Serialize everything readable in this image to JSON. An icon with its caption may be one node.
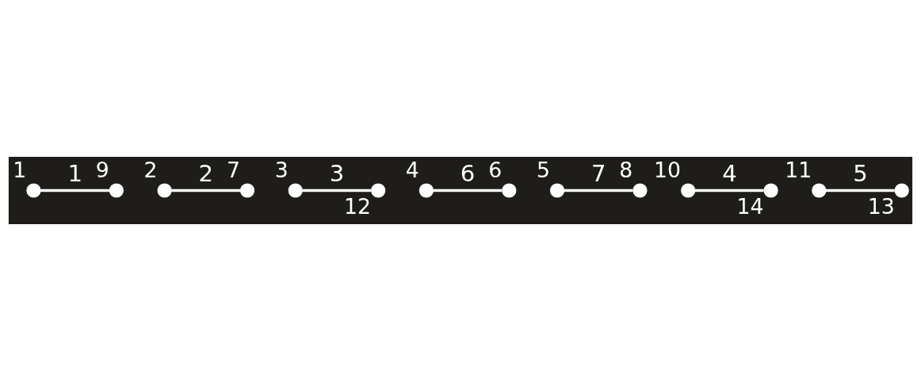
{
  "diagram": {
    "nodes": [
      {
        "text": [],
        "shape": "circle",
        "beside": [
          "1"
        ]
      },
      {
        "text": [],
        "shape": "circle",
        "beside": [
          "2"
        ]
      },
      {
        "text": [],
        "shape": "circle",
        "beside": [
          "3"
        ]
      },
      {
        "text": [],
        "shape": "circle",
        "beside": [
          "4"
        ]
      },
      {
        "text": [],
        "shape": "circle",
        "beside": [
          "5"
        ]
      },
      {
        "text": [],
        "shape": "circle",
        "beside": [
          "6"
        ]
      },
      {
        "text": [],
        "shape": "circle",
        "beside": [
          "7"
        ]
      },
      {
        "text": [],
        "shape": "circle",
        "beside": [
          "8"
        ]
      },
      {
        "text": [],
        "shape": "circle",
        "beside": [
          "9"
        ]
      },
      {
        "text": [],
        "shape": "circle",
        "beside": [
          "10"
        ]
      },
      {
        "text": [],
        "shape": "circle",
        "beside": [
          "11"
        ]
      },
      {
        "text": [],
        "shape": "circle",
        "beside": [
          "12"
        ]
      },
      {
        "text": [],
        "shape": "circle",
        "beside": [
          "13"
        ]
      },
      {
        "text": [],
        "shape": "circle",
        "beside": [
          "14"
        ]
      }
    ],
    "edges": [
      {
        "from": 0,
        "to": 8,
        "arrow": "none",
        "label": "1"
      },
      {
        "from": 1,
        "to": 6,
        "arrow": "none",
        "label": "2"
      },
      {
        "from": 2,
        "to": 11,
        "arrow": "none",
        "label": "3"
      },
      {
        "from": 9,
        "to": 13,
        "arrow": "none",
        "label": "4"
      },
      {
        "from": 10,
        "to": 12,
        "arrow": "none",
        "label": "5"
      },
      {
        "from": 3,
        "to": 5,
        "arrow": "none",
        "label": "6"
      },
      {
        "from": 4,
        "to": 7,
        "arrow": "none",
        "label": "7"
      }
    ]
  }
}
